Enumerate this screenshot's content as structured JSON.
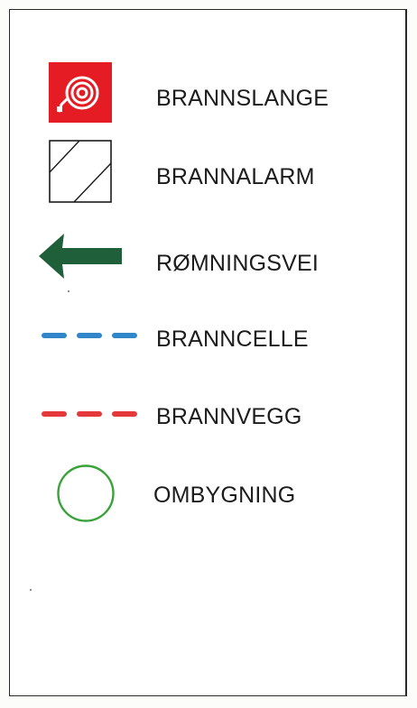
{
  "legend": {
    "items": [
      {
        "id": "brannslange",
        "label": "BRANNSLANGE",
        "icon": "fire-hose-icon",
        "color": "#e51c24"
      },
      {
        "id": "brannalarm",
        "label": "BRANNALARM",
        "icon": "fire-alarm-icon",
        "color": "#1a1a1a"
      },
      {
        "id": "romningsvei",
        "label": "RØMNINGSVEI",
        "icon": "escape-route-arrow-icon",
        "color": "#1f5f3a"
      },
      {
        "id": "branncelle",
        "label": "BRANNCELLE",
        "icon": "blue-dashed-line-icon",
        "color": "#2f86c8"
      },
      {
        "id": "brannvegg",
        "label": "BRANNVEGG",
        "icon": "red-dashed-line-icon",
        "color": "#e5383b"
      },
      {
        "id": "ombygning",
        "label": "OMBYGNING",
        "icon": "green-circle-icon",
        "color": "#3aa23a"
      }
    ]
  }
}
